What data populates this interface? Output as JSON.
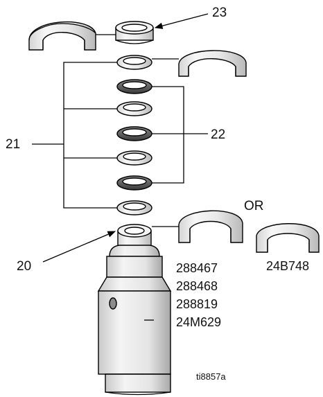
{
  "callouts": {
    "ref_23": "23",
    "ref_21": "21",
    "ref_22": "22",
    "ref_20": "20",
    "or_label": "OR",
    "alt_part": "24B748"
  },
  "part_numbers": [
    "288467",
    "288468",
    "288819",
    "24M629"
  ],
  "figure_id": "ti8857a"
}
